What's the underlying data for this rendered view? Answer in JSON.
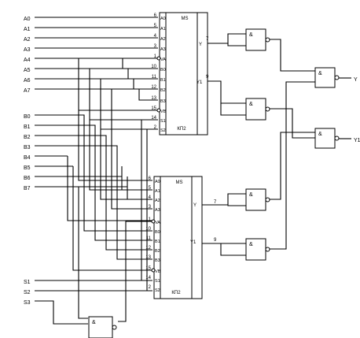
{
  "inputs": {
    "a": [
      "A0",
      "A1",
      "A2",
      "A3",
      "A4",
      "A5",
      "A6",
      "A7"
    ],
    "b": [
      "B0",
      "B1",
      "B2",
      "B3",
      "B4",
      "B5",
      "B6",
      "B7"
    ],
    "s": [
      "S1",
      "S2",
      "S3"
    ]
  },
  "mux1": {
    "title": "MS",
    "part": "КП2",
    "pins": [
      {
        "num": "6",
        "label": "A0"
      },
      {
        "num": "5",
        "label": "A1"
      },
      {
        "num": "4",
        "label": "A2"
      },
      {
        "num": "3",
        "label": "A3"
      },
      {
        "num": "1",
        "label": "VA"
      },
      {
        "num": "10",
        "label": "B0"
      },
      {
        "num": "11",
        "label": "B1"
      },
      {
        "num": "12",
        "label": "B2"
      },
      {
        "num": "13",
        "label": "B3"
      },
      {
        "num": "15",
        "label": "VB"
      },
      {
        "num": "14",
        "label": "S1"
      },
      {
        "num": "2",
        "label": "S2"
      }
    ],
    "outputs": [
      {
        "label": "Y",
        "num": "7"
      },
      {
        "label": "Y1",
        "num": "9"
      }
    ]
  },
  "mux2": {
    "title": "MS",
    "part": "КП2",
    "pins": [
      {
        "num": "6",
        "label": "A0"
      },
      {
        "num": "5",
        "label": "A1"
      },
      {
        "num": "4",
        "label": "A2"
      },
      {
        "num": "3",
        "label": "A3"
      },
      {
        "num": "1",
        "label": "VA"
      },
      {
        "num": "10",
        "label": "B0"
      },
      {
        "num": "11",
        "label": "B1"
      },
      {
        "num": "12",
        "label": "B2"
      },
      {
        "num": "13",
        "label": "B3"
      },
      {
        "num": "15",
        "label": "VB"
      },
      {
        "num": "14",
        "label": "S1"
      },
      {
        "num": "2",
        "label": "S2"
      }
    ],
    "outputs": [
      {
        "label": "Y",
        "num": "7"
      },
      {
        "label": "Y1",
        "num": "9"
      }
    ]
  },
  "gate_label": "&",
  "outputs": [
    "Y",
    "Y1"
  ]
}
